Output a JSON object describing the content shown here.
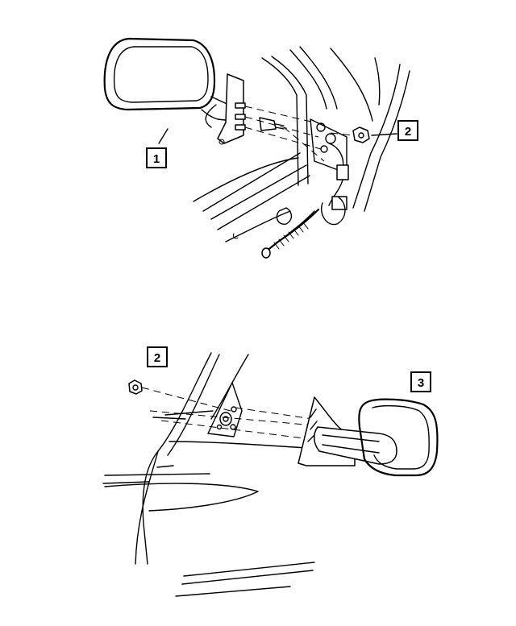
{
  "callouts": [
    {
      "id": "callout-1",
      "label": "1"
    },
    {
      "id": "callout-2-top",
      "label": "2"
    },
    {
      "id": "callout-2-bottom",
      "label": "2"
    },
    {
      "id": "callout-3",
      "label": "3"
    }
  ],
  "icons": [
    "mirror-assembly-icon",
    "nut-icon",
    "wiring-harness-icon",
    "door-panel-icon"
  ]
}
